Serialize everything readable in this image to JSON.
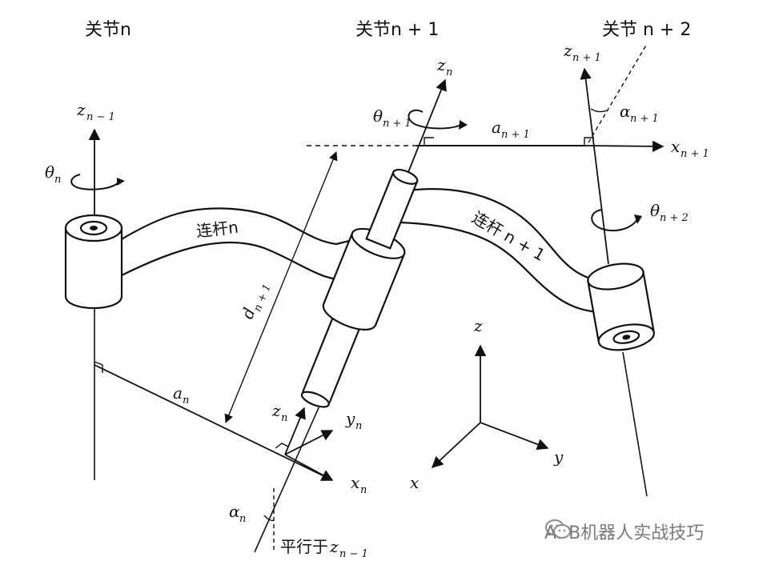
{
  "joints": {
    "joint_n": "关节n",
    "joint_n1": "关节n + 1",
    "joint_n2": "关节 n + 2"
  },
  "links": {
    "link_n": "连杆n",
    "link_n1": "连杆 n + 1"
  },
  "labels": {
    "z_n_minus_1": "z",
    "z_n_minus_1_sub": "n − 1",
    "theta_n": "θ",
    "theta_n_sub": "n",
    "z_n_top": "z",
    "z_n_top_sub": "n",
    "theta_n1": "θ",
    "theta_n1_sub": "n + 1",
    "a_n1": "a",
    "a_n1_sub": "n + 1",
    "z_n1": "z",
    "z_n1_sub": "n + 1",
    "alpha_n1": "α",
    "alpha_n1_sub": "n + 1",
    "x_n1": "x",
    "x_n1_sub": "n + 1",
    "theta_n2": "θ",
    "theta_n2_sub": "n + 2",
    "d_n1": "d",
    "d_n1_sub": "n + 1",
    "a_n": "a",
    "a_n_sub": "n",
    "z_n_bottom": "z",
    "z_n_bottom_sub": "n",
    "y_n": "y",
    "y_n_sub": "n",
    "x_n": "x",
    "x_n_sub": "n",
    "alpha_n": "α",
    "alpha_n_sub": "n",
    "parallel": "平行于",
    "parallel_z": "z",
    "parallel_z_sub": "n − 1",
    "world_z": "z",
    "world_y": "y",
    "world_x": "x"
  },
  "watermark": {
    "text": "ABB机器人实战技巧"
  }
}
